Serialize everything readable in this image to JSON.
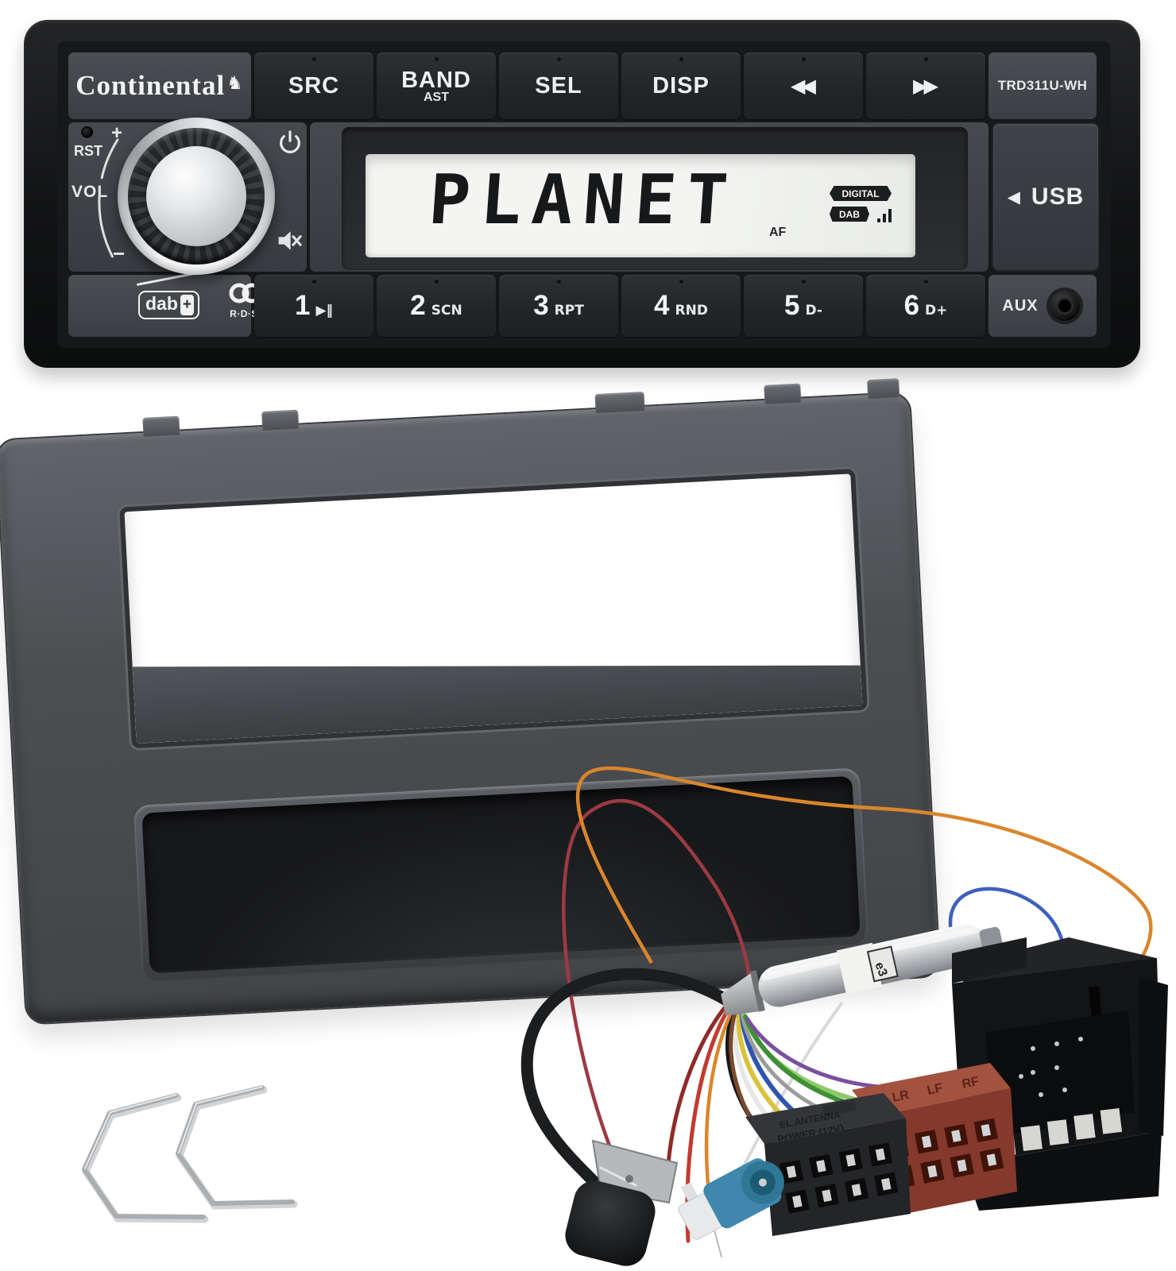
{
  "radio": {
    "brand": "Continental",
    "horse_icon": "♞",
    "model": "TRD311U-WH",
    "top_buttons": [
      {
        "label": "SRC",
        "sublabel": ""
      },
      {
        "label": "BAND",
        "sublabel": "AST"
      },
      {
        "label": "SEL",
        "sublabel": ""
      },
      {
        "label": "DISP",
        "sublabel": ""
      },
      {
        "label": "◀◀",
        "sublabel": ""
      },
      {
        "label": "▶▶",
        "sublabel": ""
      }
    ],
    "knob_area": {
      "rst": "RST",
      "plus": "+",
      "vol": "VOL",
      "minus": "−"
    },
    "display": {
      "text": "PLANET",
      "digital_badge": "DIGITAL",
      "dab_badge": "DAB",
      "af": "AF"
    },
    "usb": {
      "arrow": "◀",
      "label": "USB"
    },
    "presets": [
      {
        "number": "1",
        "sublabel": "▶‖"
      },
      {
        "number": "2",
        "sublabel": "SCN"
      },
      {
        "number": "3",
        "sublabel": "RPT"
      },
      {
        "number": "4",
        "sublabel": "RND"
      },
      {
        "number": "5",
        "sublabel": "D-"
      },
      {
        "number": "6",
        "sublabel": "D+"
      }
    ],
    "logos": {
      "dab_text": "dab",
      "dab_plus": "+",
      "rds": "R·D·S"
    },
    "aux_label": "AUX"
  },
  "harness": {
    "antenna_adapter_label": "e3",
    "iso_power_connector": {
      "line1": "EL.ANTENNA",
      "line2": "POWER (12V)"
    },
    "iso_speaker_connector": {
      "labels": [
        "RF",
        "LF",
        "LR"
      ]
    }
  },
  "colors": {
    "background": "#ffffff",
    "radio_bezel": "#141516",
    "radio_face": "#3f4246",
    "button": "#26282c",
    "lcd": "#eef0ee",
    "lcd_text": "#17181a",
    "fascia": "#54575c",
    "pocket": "#1a1b1d",
    "wire_orange": "#d9862c",
    "wire_red": "#c23a30",
    "wire_maroon": "#9c3a42",
    "wire_blue": "#3d5fc0",
    "wire_green": "#4f9e3c",
    "iso_brown": "#8e4436",
    "silver": "#c9ccd0"
  }
}
